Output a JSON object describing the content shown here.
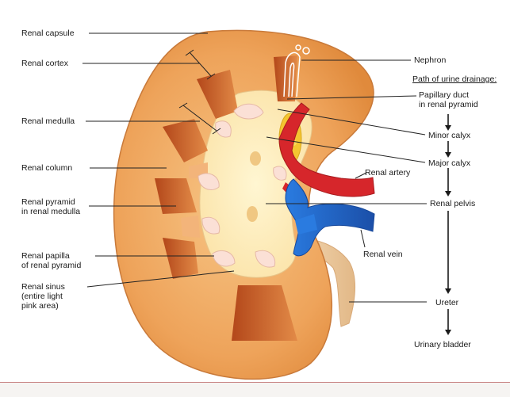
{
  "labels": {
    "renal_capsule": "Renal capsule",
    "renal_cortex": "Renal cortex",
    "renal_medulla": "Renal medulla",
    "renal_column": "Renal column",
    "renal_pyramid_1": "Renal pyramid",
    "renal_pyramid_2": "in renal medulla",
    "renal_papilla_1": "Renal papilla",
    "renal_papilla_2": "of renal pyramid",
    "renal_sinus_1": "Renal sinus",
    "renal_sinus_2": "(entire light",
    "renal_sinus_3": "pink area)",
    "nephron": "Nephron",
    "path_title": "Path of urine drainage:",
    "papillary_duct_1": "Papillary duct",
    "papillary_duct_2": "in renal pyramid",
    "minor_calyx": "Minor calyx",
    "major_calyx": "Major calyx",
    "renal_artery": "Renal artery",
    "renal_pelvis": "Renal pelvis",
    "renal_vein": "Renal vein",
    "ureter": "Ureter",
    "urinary_bladder": "Urinary bladder"
  },
  "colors": {
    "cortex": "#eea35a",
    "medulla_pyramid": "#c2551f",
    "sinus": "#fde7b8",
    "calyx": "#fbe0d6",
    "artery": "#d6262b",
    "vein": "#1e69c8",
    "ureter": "#f1cfa4",
    "fat": "#f4c531"
  }
}
